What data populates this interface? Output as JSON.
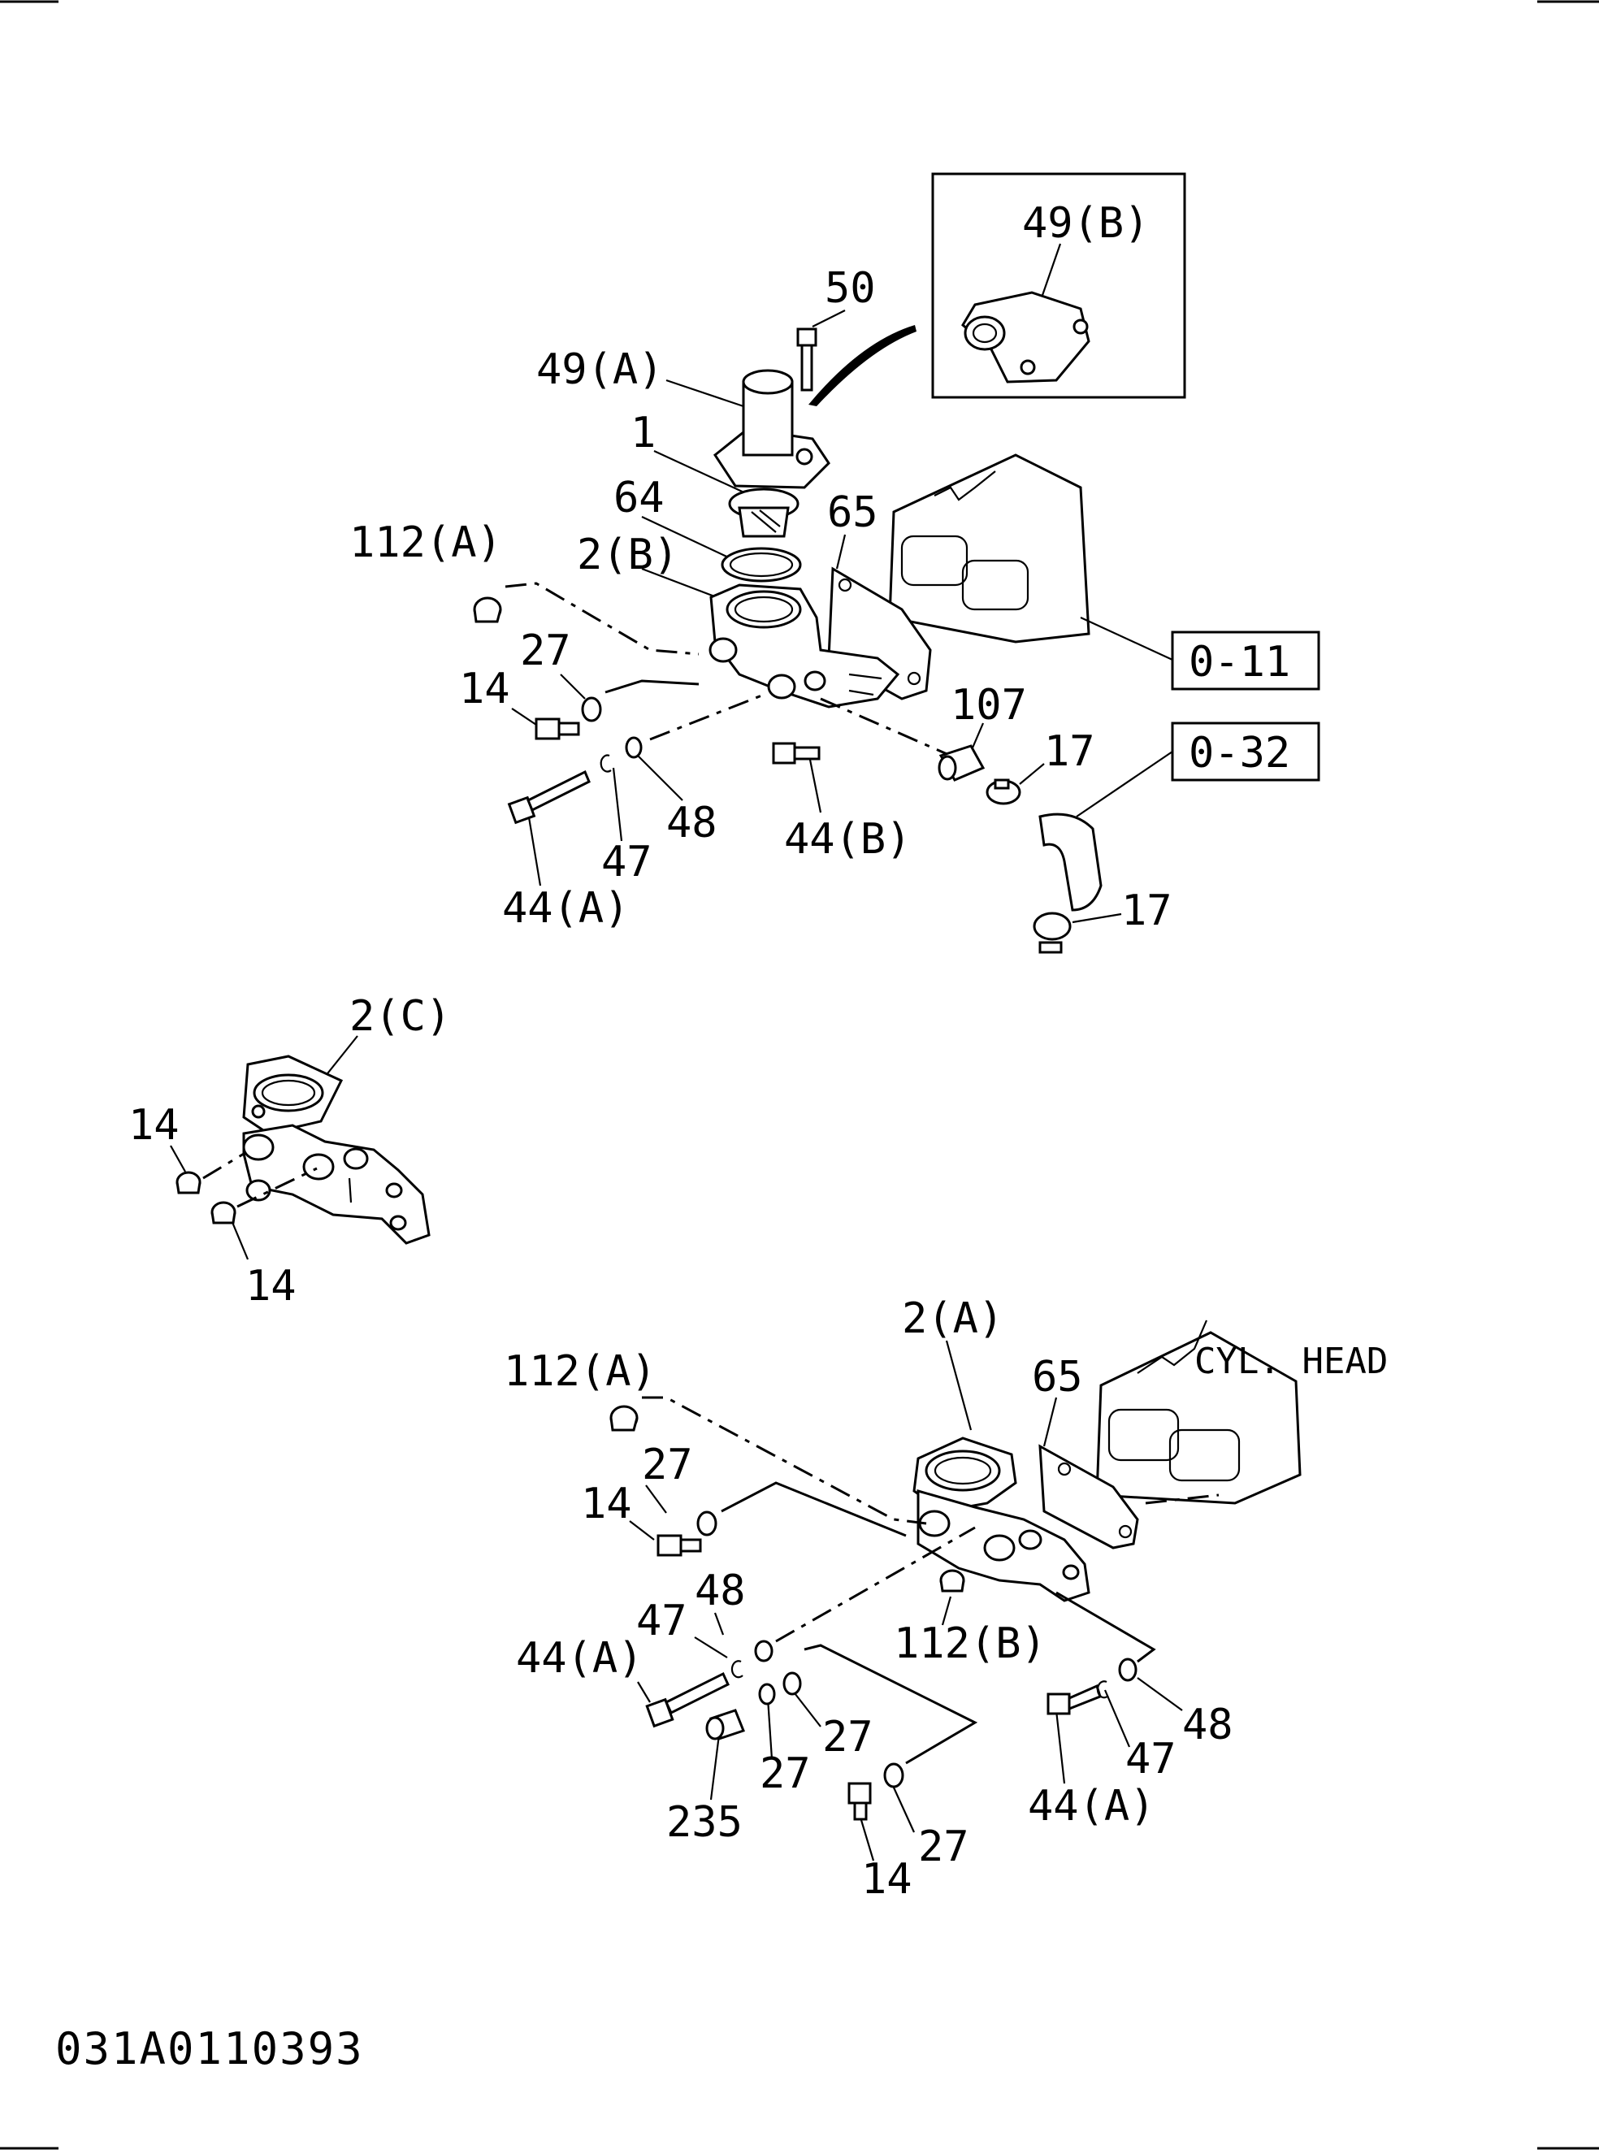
{
  "diagram": {
    "drawing_code": "031A0110393",
    "inset": {
      "label": "49(B)"
    },
    "top_assembly": {
      "labels": [
        "50",
        "49(A)",
        "1",
        "64",
        "65",
        "112(A)",
        "2(B)",
        "27",
        "14",
        "107",
        "17",
        "48",
        "47",
        "44(A)",
        "44(B)",
        "17"
      ],
      "refs": [
        "0-11",
        "0-32"
      ]
    },
    "middle_assembly": {
      "labels": [
        "2(C)",
        "14",
        "14"
      ]
    },
    "bottom_assembly": {
      "labels": [
        "2(A)",
        "65",
        "112(A)",
        "27",
        "14",
        "48",
        "47",
        "44(A)",
        "112(B)",
        "27",
        "27",
        "235",
        "14",
        "27",
        "44(A)",
        "47",
        "48"
      ],
      "note": "CYL. HEAD"
    }
  },
  "icons": [
    "thermostat-housing",
    "thermostat",
    "gasket",
    "bolt",
    "washer",
    "hose",
    "hose-clamp",
    "plug",
    "cylinder-head"
  ],
  "colors": {
    "ink": "#000000",
    "paper": "#ffffff"
  }
}
